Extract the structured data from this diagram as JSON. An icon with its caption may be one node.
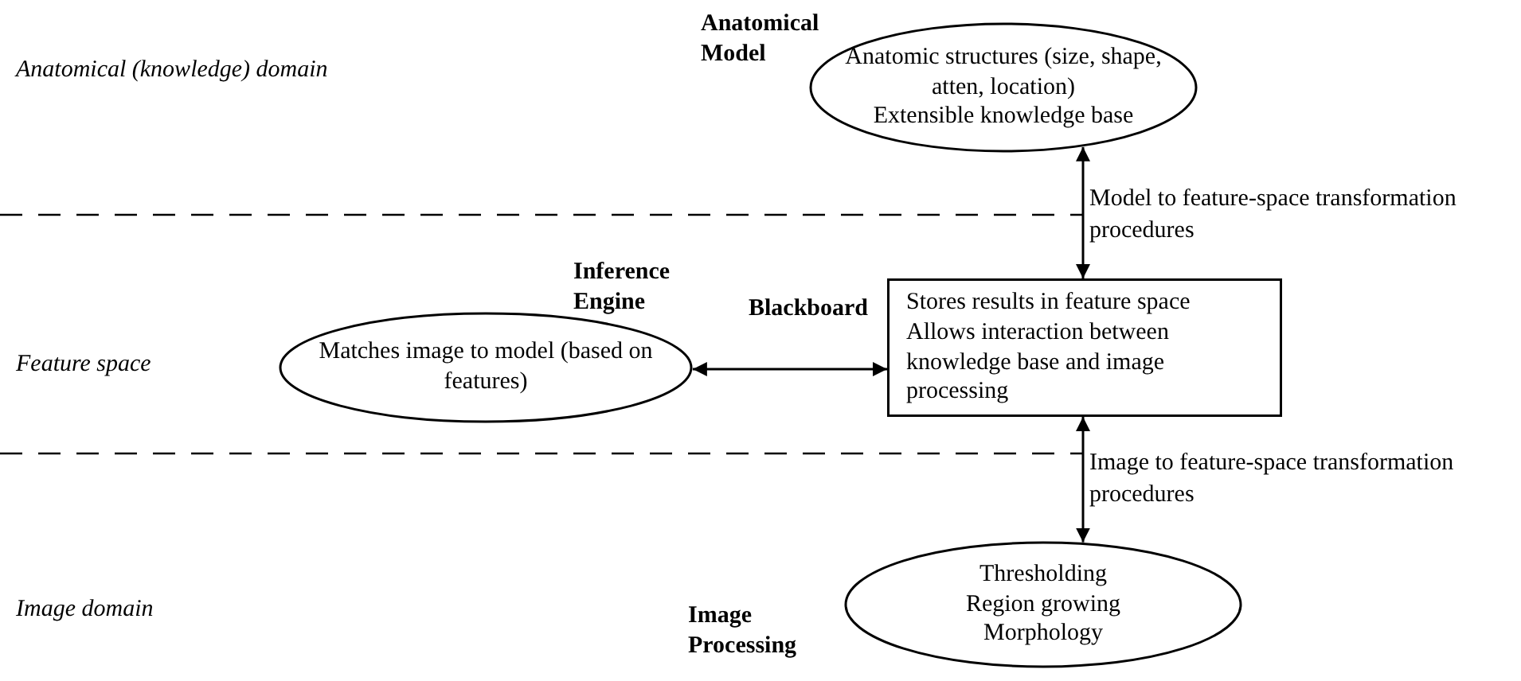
{
  "diagram": {
    "nodes": [
      {
        "text": [
          "Anatomical Model",
          "Anatomic structures (size, shape, atten, location)",
          "Extensible knowledge base"
        ]
      },
      {
        "text": [
          "Inference Engine",
          "Matches image to model (based on features)"
        ]
      },
      {
        "text": [
          "Blackboard",
          "Stores results in feature space",
          "Allows interaction between knowledge base and image processing"
        ]
      },
      {
        "text": [
          "Image Processing",
          "Thresholding",
          "Region growing",
          "Morphology"
        ]
      }
    ],
    "edges": [
      {
        "from": 0,
        "to": 2,
        "arrow": "both",
        "label": "Model to feature-space transformation procedures"
      },
      {
        "from": 1,
        "to": 2,
        "arrow": "both"
      },
      {
        "from": 2,
        "to": 3,
        "arrow": "both",
        "label": "Image to feature-space transformation procedures"
      }
    ],
    "labels": [
      "Anatomical (knowledge) domain",
      "Feature space",
      "Image domain"
    ]
  }
}
